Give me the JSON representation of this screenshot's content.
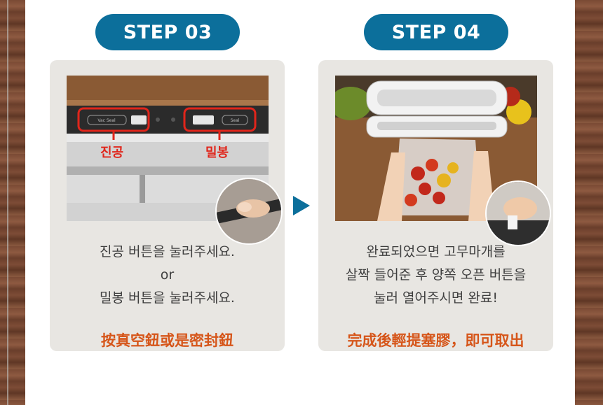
{
  "steps": [
    {
      "label": "STEP 03",
      "photo_labels": {
        "vacuum": "진공",
        "seal": "밀봉",
        "button_left": "Vac Seal",
        "button_right": "Seal"
      },
      "desc_lines": [
        "진공 버튼을 눌러주세요.",
        "or",
        "밀봉 버튼을 눌러주세요."
      ],
      "cn_text": "按真空鈕或是密封鈕"
    },
    {
      "label": "STEP 04",
      "desc_lines": [
        "완료되었으면 고무마개를",
        "살짝 들어준 후 양쪽 오픈 버튼을",
        "눌러 열어주시면 완료!"
      ],
      "cn_text": "完成後輕提塞膠，即可取出"
    }
  ],
  "colors": {
    "pill": "#0c6f9b",
    "card": "#e8e6e2",
    "cn_text": "#d6561a",
    "highlight": "#e0251b"
  },
  "icons": {
    "next": "arrow-right-icon"
  }
}
